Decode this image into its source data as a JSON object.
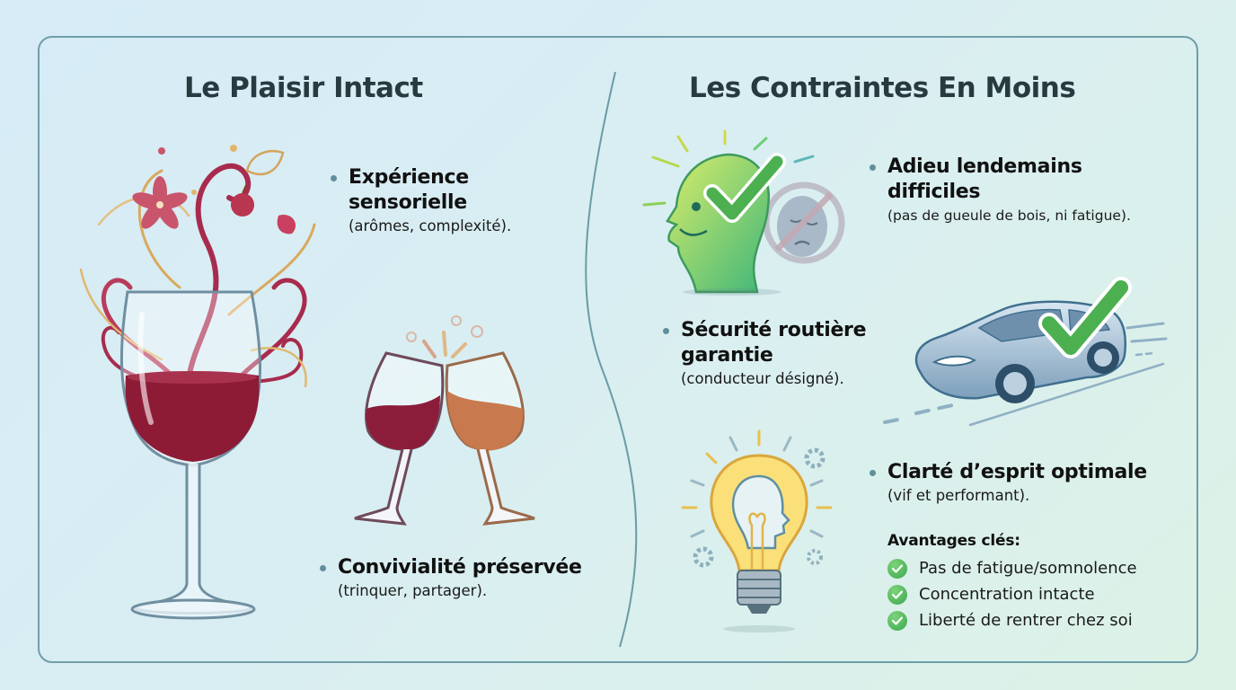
{
  "left_section": {
    "title": "Le Plaisir Intact",
    "items": [
      {
        "heading": "Expérience sensorielle",
        "heading_line1": "Expérience",
        "heading_line2": "sensorielle",
        "detail": "(arômes, complexité).",
        "illustration": "wine-glass-aromas-icon"
      },
      {
        "heading": "Convivialité préservée",
        "detail": "(trinquer, partager).",
        "illustration": "clinking-glasses-icon"
      }
    ]
  },
  "right_section": {
    "title": "Les Contraintes En Moins",
    "items": [
      {
        "heading": "Adieu lendemains difficiles",
        "heading_line1": "Adieu lendemains",
        "heading_line2": "difficiles",
        "detail": "(pas de gueule de bois, ni fatigue).",
        "illustration": "happy-head-check-icon"
      },
      {
        "heading": "Sécurité routière garantie",
        "heading_line1": "Sécurité routière",
        "heading_line2": "garantie",
        "detail": "(conducteur désigné).",
        "illustration": "car-check-icon"
      },
      {
        "heading": "Clarté d’esprit optimale",
        "detail": "(vif et performant).",
        "illustration": "lightbulb-head-icon"
      }
    ],
    "benefits": {
      "label": "Avantages clés:",
      "items": [
        "Pas de fatigue/somnolence",
        "Concentration intacte",
        "Liberté de rentrer chez soi"
      ]
    }
  },
  "colors": {
    "border": "#6e9ea9",
    "bullet": "#5f8f9b",
    "title": "#263a40",
    "wine_red": "#8e1b36",
    "check_green": "#4cb050"
  }
}
